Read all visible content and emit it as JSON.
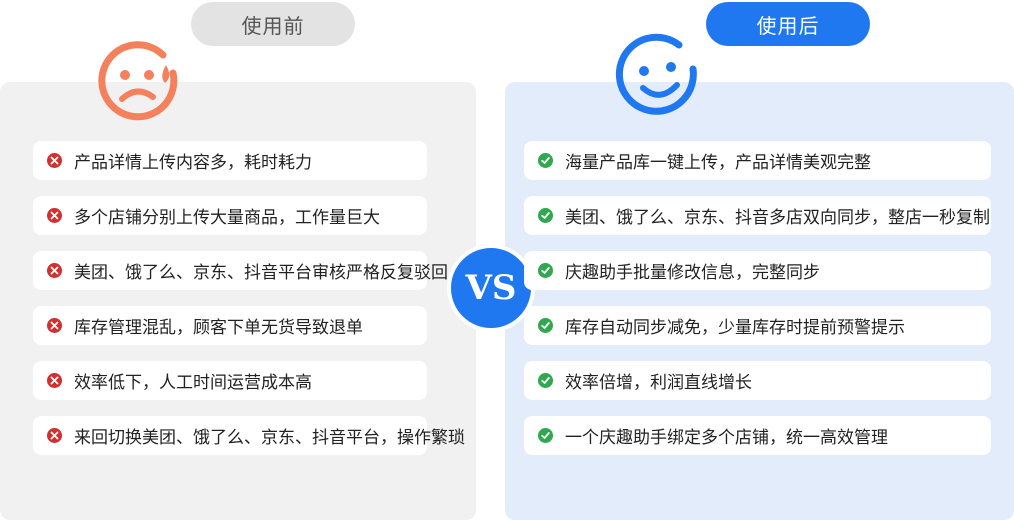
{
  "before": {
    "title": "使用前",
    "face": "sad-face-icon",
    "items": [
      "产品详情上传内容多，耗时耗力",
      "多个店铺分别上传大量商品，工作量巨大",
      "美团、饿了么、京东、抖音平台审核严格反复驳回",
      "库存管理混乱，顾客下单无货导致退单",
      "效率低下，人工时间运营成本高",
      "来回切换美团、饿了么、京东、抖音平台，操作繁琐"
    ]
  },
  "vs": "VS",
  "after": {
    "title": "使用后",
    "face": "happy-face-icon",
    "items": [
      "海量产品库一键上传，产品详情美观完整",
      "美团、饿了么、京东、抖音多店双向同步，整店一秒复制",
      "庆趣助手批量修改信息，完整同步",
      "库存自动同步减免，少量库存时提前预警提示",
      "效率倍增，利润直线增长",
      "一个庆趣助手绑定多个店铺，统一高效管理"
    ]
  },
  "colors": {
    "accent_blue": "#1f78f0",
    "sad_orange": "#f4805c",
    "cross_red": "#d32f2f",
    "check_green": "#2fa84f",
    "before_panel": "#f1f1f1",
    "after_panel": "#e2ecfb"
  }
}
